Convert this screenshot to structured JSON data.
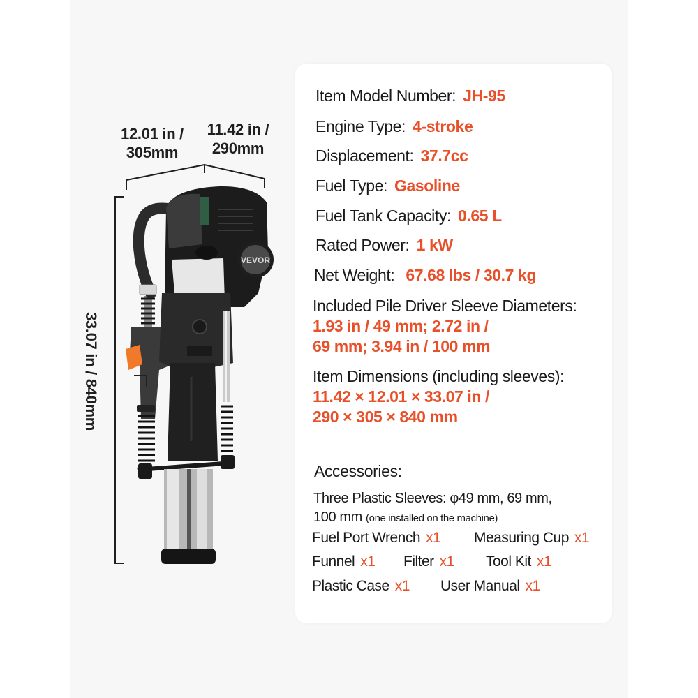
{
  "colors": {
    "accent": "#e8502a",
    "text": "#1a1a1a",
    "panel_background": "#f7f7f7",
    "card_background": "#ffffff"
  },
  "product": {
    "brand_on_engine": "VEVOR",
    "dimensions": {
      "width_label": [
        "12.01 in /",
        "305mm"
      ],
      "depth_label": [
        "11.42 in /",
        "290mm"
      ],
      "height_label": "33.07 in / 840mm"
    }
  },
  "specs": [
    {
      "label": "Item Model Number:",
      "value": "JH-95"
    },
    {
      "label": "Engine Type:",
      "value": "4-stroke"
    },
    {
      "label": "Displacement:",
      "value": "37.7cc"
    },
    {
      "label": "Fuel Type:",
      "value": "Gasoline"
    },
    {
      "label": "Fuel Tank Capacity:",
      "value": "0.65 L"
    },
    {
      "label": "Rated Power:",
      "value": "1 kW"
    },
    {
      "label": "Net Weight:",
      "value": "67.68 lbs / 30.7 kg"
    }
  ],
  "sleeve_diameters": {
    "title": "Included Pile Driver Sleeve Diameters:",
    "lines": [
      "1.93 in / 49 mm; 2.72 in /",
      "69 mm; 3.94 in / 100 mm"
    ]
  },
  "item_dimensions": {
    "title": "Item Dimensions (including sleeves):",
    "lines": [
      "11.42 × 12.01 × 33.07 in /",
      "290 × 305 × 840 mm"
    ]
  },
  "accessories": {
    "title": "Accessories:",
    "sleeves_line1": "Three Plastic Sleeves: φ49 mm, 69 mm,",
    "sleeves_line2": "100 mm",
    "sleeves_note": "(one installed on the machine)",
    "items": [
      {
        "name": "Fuel Port Wrench",
        "qty": "x1"
      },
      {
        "name": "Measuring Cup",
        "qty": "x1"
      },
      {
        "name": "Funnel",
        "qty": "x1"
      },
      {
        "name": "Filter",
        "qty": "x1"
      },
      {
        "name": "Tool Kit",
        "qty": "x1"
      },
      {
        "name": "Plastic Case",
        "qty": "x1"
      },
      {
        "name": "User Manual",
        "qty": "x1"
      }
    ]
  }
}
